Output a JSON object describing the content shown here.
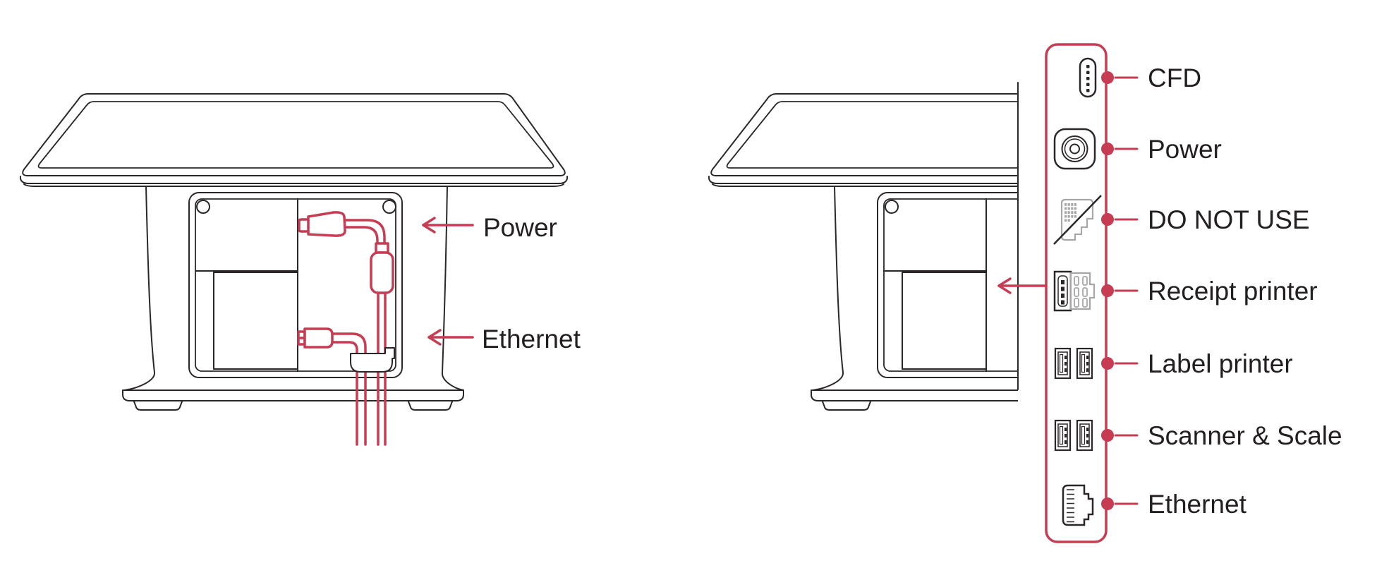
{
  "title": "POS terminal cable and port panel diagram",
  "colors": {
    "accent": "#C63C52",
    "line": "#2B2728",
    "muted_gray": "#A7A7A7",
    "light_gray": "#C3C3C3",
    "text": "#231F20",
    "background": "#FFFFFF"
  },
  "left_view": {
    "name": "terminal-back-with-cables",
    "callouts": [
      {
        "label": "Power",
        "icon": "left-arrow-icon"
      },
      {
        "label": "Ethernet",
        "icon": "left-arrow-icon"
      }
    ]
  },
  "right_view": {
    "name": "terminal-port-panel-detail",
    "panel_arrow_icon": "left-arrow-icon",
    "ports": [
      {
        "label": "CFD",
        "icon": "usb-c-port-icon"
      },
      {
        "label": "Power",
        "icon": "power-jack-icon"
      },
      {
        "label": "DO NOT USE",
        "icon": "disabled-port-icon"
      },
      {
        "label": "Receipt printer",
        "icon": "powered-usb-port-icon"
      },
      {
        "label": "Label printer",
        "icon": "dual-usb-ports-icon"
      },
      {
        "label": "Scanner & Scale",
        "icon": "dual-usb-ports-icon"
      },
      {
        "label": "Ethernet",
        "icon": "ethernet-port-icon"
      }
    ]
  }
}
